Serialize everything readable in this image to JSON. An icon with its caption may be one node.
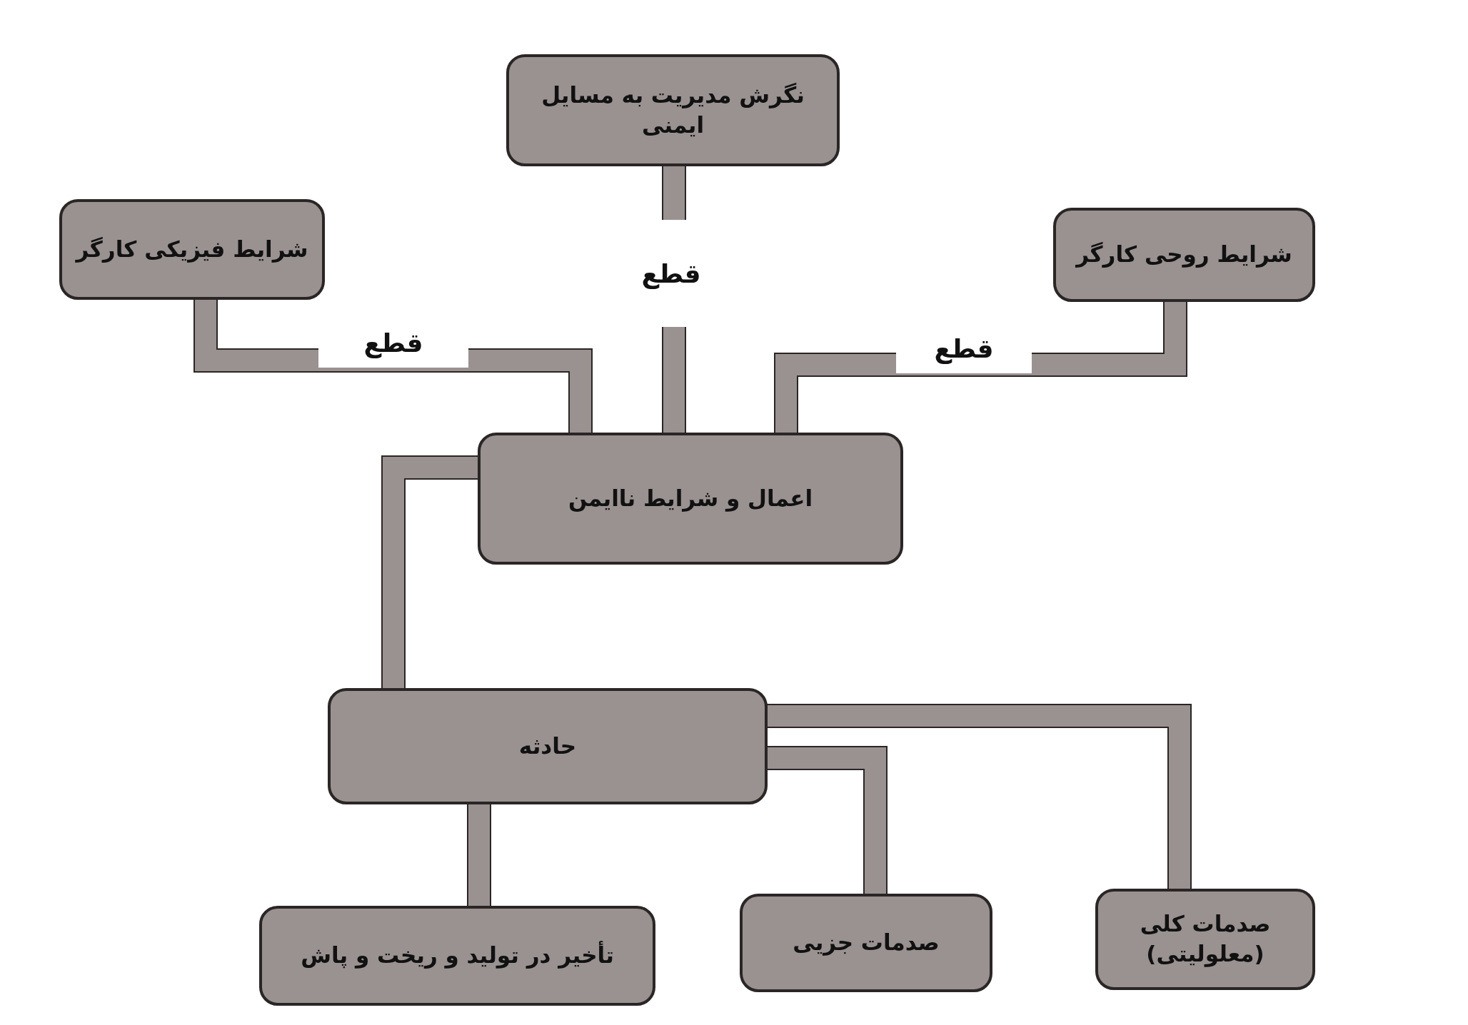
{
  "diagram": {
    "nodes": [
      {
        "text": [
          "نگرش مدیریت به مسایل ایمنی"
        ]
      },
      {
        "text": [
          "شرایط فیزیکی کارگر"
        ]
      },
      {
        "text": [
          "شرایط روحی کارگر"
        ]
      },
      {
        "text": [
          "اعمال و شرایط ناایمن"
        ]
      },
      {
        "text": [
          "حادثه"
        ]
      },
      {
        "text": [
          "تأخیر در تولید و ریخت و پاش"
        ]
      },
      {
        "text": [
          "صدمات جزیی"
        ]
      },
      {
        "text": [
          "صدمات کلی (معلولیتی)"
        ]
      }
    ],
    "edges": [
      {
        "from": 0,
        "to": 3,
        "arrow": "none",
        "label": "قطع"
      },
      {
        "from": 1,
        "to": 3,
        "arrow": "none",
        "label": "قطع"
      },
      {
        "from": 2,
        "to": 3,
        "arrow": "none",
        "label": "قطع"
      },
      {
        "from": 3,
        "to": 4,
        "arrow": "none"
      },
      {
        "from": 4,
        "to": 5,
        "arrow": "none"
      },
      {
        "from": 4,
        "to": 6,
        "arrow": "none"
      },
      {
        "from": 4,
        "to": 7,
        "arrow": "none"
      }
    ]
  }
}
